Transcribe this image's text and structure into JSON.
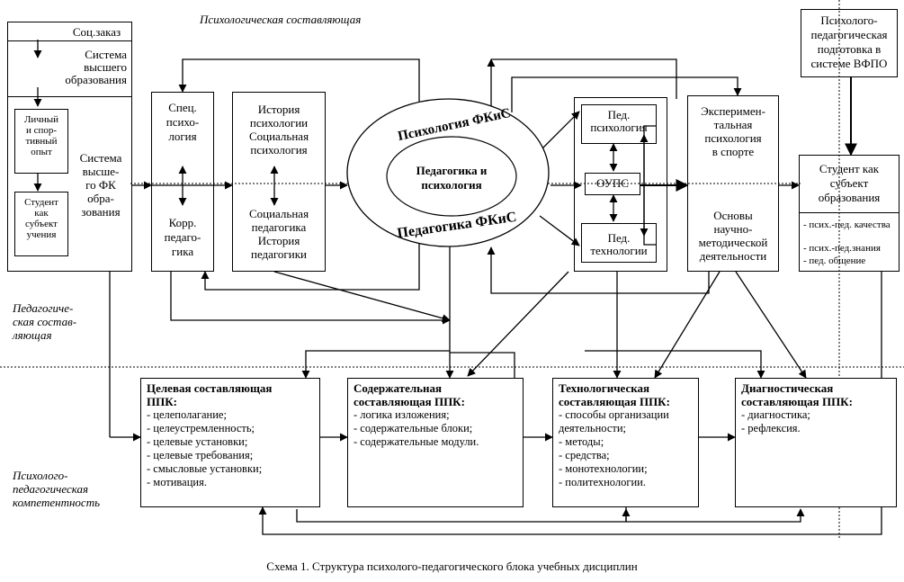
{
  "labels": {
    "psych_component": "Психологическая составляющая",
    "ped_component": "Педагогиче-\nская состав-\nляющая",
    "ppk_component": "Психолого-\nпедагогическая\nкомпетентность",
    "caption": "Схема 1. Структура психолого-педагогического блока учебных дисциплин"
  },
  "left_column": {
    "soc_order": "Соц.заказ",
    "higher_ed": "Система\nвысшего\nобразования",
    "personal_exp": "Личный\nи спор-\nтивный\nопыт",
    "student_subject": "Студент\nкак\nсубъект\nучения",
    "fk_system": "Система\nвысше-\nго ФК\nобра-\nзования"
  },
  "blocks": {
    "spec_psych": "Спец.\nпсихо-\nлогия",
    "corr_ped": "Корр.\nпедаго-\nгика",
    "history_psych": "История\nпсихологии\nСоциальная\nпсихология",
    "social_ped": "Социальная\nпедагогика\nИстория\nпедагогики",
    "ellipse_top": "Психология ФКиС",
    "ellipse_center": "Педагогика и\nпсихология",
    "ellipse_bottom": "Педагогика ФКиС",
    "ped_psych": "Пед.\nпсихология",
    "oups": "ОУПС",
    "ped_tech": "Пед.\nтехнологии",
    "exp_psych": "Эксперимен-\nтальная\nпсихология\nв спорте",
    "research": "Основы\nнаучно-\nметодической\nдеятельности",
    "fpo": "Психолого-\nпедагогическая\nподготовка в\nсистеме ВФПО",
    "student_ed": "Студент как\nсубъект\nобразования",
    "student_items": [
      "- псих.-пед. качества",
      "- псих.-пед.знания",
      "- пед. общение"
    ]
  },
  "ppk_blocks": [
    {
      "title": "Целевая составляющая\nППК:",
      "items": [
        "- целеполагание;",
        "- целеустремленность;",
        "- целевые установки;",
        "- целевые требования;",
        "- смысловые установки;",
        "- мотивация."
      ]
    },
    {
      "title": "Содержательная\nсоставляющая ППК:",
      "items": [
        "- логика изложения;",
        "- содержательные блоки;",
        "- содержательные модули."
      ]
    },
    {
      "title": "Технологическая\nсоставляющая ППК:",
      "items": [
        "- способы организации\n  деятельности;",
        "- методы;",
        "- средства;",
        "- монотехнологии;",
        "- политехнологии."
      ]
    },
    {
      "title": "Диагностическая\nсоставляющая ППК:",
      "items": [
        "- диагностика;",
        "- рефлексия."
      ]
    }
  ]
}
